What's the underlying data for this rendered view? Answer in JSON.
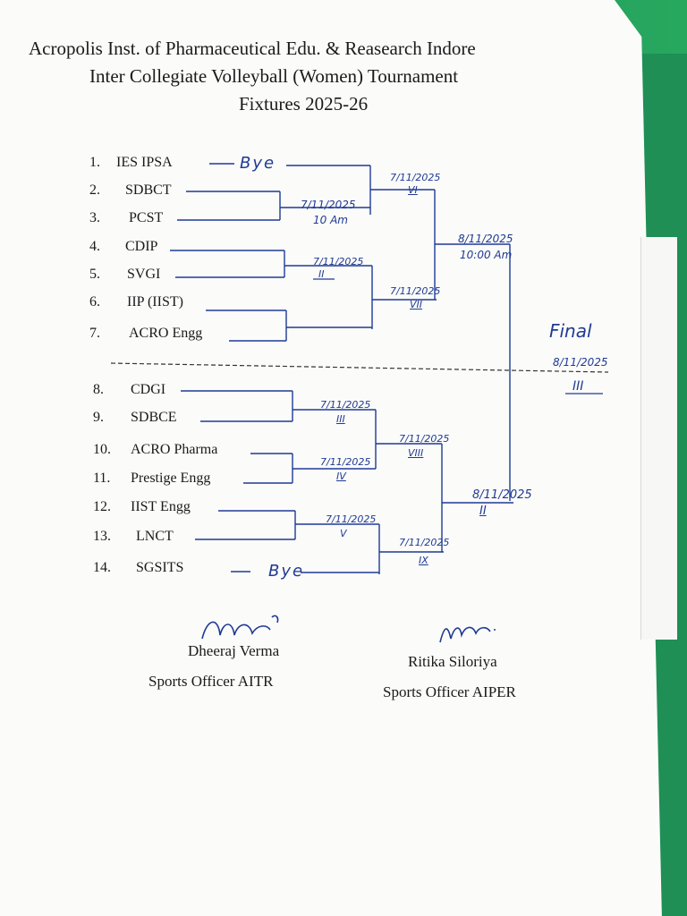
{
  "header": {
    "line1": "Acropolis Inst. of Pharmaceutical Edu. & Reasearch Indore",
    "line2": "Inter Collegiate Volleyball (Women) Tournament",
    "line3": "Fixtures 2025-26"
  },
  "teams": [
    {
      "num": "1.",
      "name": "IES IPSA"
    },
    {
      "num": "2.",
      "name": "SDBCT"
    },
    {
      "num": "3.",
      "name": "PCST"
    },
    {
      "num": "4.",
      "name": "CDIP"
    },
    {
      "num": "5.",
      "name": "SVGI"
    },
    {
      "num": "6.",
      "name": "IIP (IIST)"
    },
    {
      "num": "7.",
      "name": "ACRO Engg"
    },
    {
      "num": "8.",
      "name": "CDGI"
    },
    {
      "num": "9.",
      "name": "SDBCE"
    },
    {
      "num": "10.",
      "name": "ACRO Pharma"
    },
    {
      "num": "11.",
      "name": "Prestige Engg"
    },
    {
      "num": "12.",
      "name": "IIST Engg"
    },
    {
      "num": "13.",
      "name": "LNCT"
    },
    {
      "num": "14.",
      "name": "SGSITS"
    }
  ],
  "handwritten": {
    "bye1": "Bye",
    "bye2": "Bye",
    "m1_date": "7/11/2025",
    "m1_time": "10 Am",
    "m2_date": "7/11/2025",
    "m2_num": "II",
    "m3_date": "7/11/2025",
    "m3_num": "III",
    "m4_date": "7/11/2025",
    "m4_num": "IV",
    "m5_date": "7/11/2025",
    "m5_num": "V",
    "m6_date": "7/11/2025",
    "m6_num": "VI",
    "m7_date": "7/11/2025",
    "m7_num": "VII",
    "m8_date": "7/11/2025",
    "m8_num": "VIII",
    "m9_date": "7/11/2025",
    "m9_num": "IX",
    "s1_date": "8/11/2025",
    "s1_time": "10:00 Am",
    "s2_date": "8/11/2025",
    "s2_num": "II",
    "final_label": "Final",
    "final_date": "8/11/2025",
    "final_num": "III"
  },
  "signatures": {
    "left_name": "Dheeraj Verma",
    "left_title": "Sports Officer AITR",
    "right_name": "Ritika Siloriya",
    "right_title": "Sports Officer AIPER"
  },
  "colors": {
    "ink": "#1f3a93",
    "paper": "#fbfbfa",
    "background": "#1f8f55"
  }
}
